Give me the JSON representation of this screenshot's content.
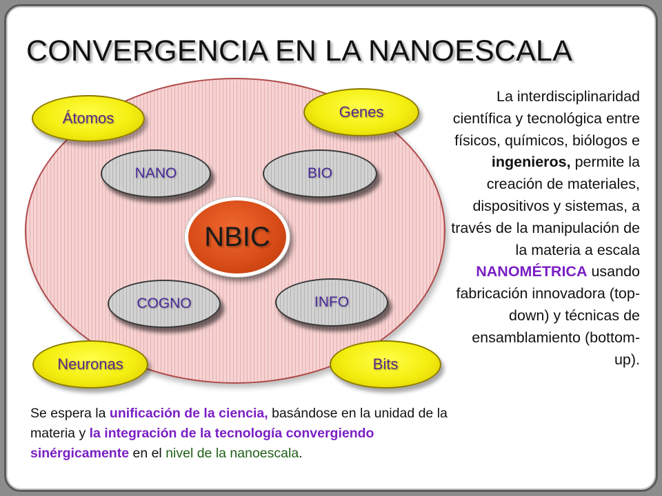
{
  "title": "CONVERGENCIA EN LA NANOESCALA",
  "diagram": {
    "center": "NBIC",
    "outer_labels": {
      "top_left": "Átomos",
      "top_right": "Genes",
      "bottom_left": "Neuronas",
      "bottom_right": "Bits"
    },
    "inner_labels": {
      "top_left": "NANO",
      "top_right": "BIO",
      "bottom_left": "COGNO",
      "bottom_right": "INFO"
    }
  },
  "right_text": {
    "part1": "La interdisciplinaridad científica y tecnológica entre físicos, químicos, biólogos e ",
    "emphasis": "ingenieros,",
    "part2": " permite la creación de materiales, dispositivos y sistemas, a través de la manipulación de la materia a escala ",
    "highlight": "NANOMÉTRICA",
    "part3": " usando fabricación innovadora (top-down) y técnicas de ensamblamiento (bottom-up)."
  },
  "bottom_text": {
    "part1": "Se espera la ",
    "highlight1": "unificación de la ciencia,",
    "part2": " basándose en la unidad de la materia y ",
    "highlight2": "la integración de la tecnología convergiendo sinérgicamente",
    "part3": " en el ",
    "green": "nivel de la nanoescala",
    "part4": "."
  },
  "colors": {
    "highlight": "#7a1fc4",
    "green": "#1d5e16",
    "outer_oval": "#f6d3d3",
    "yellow_oval": "#f4ee10",
    "gray_oval": "#d2d2d2",
    "center_oval": "#d64a16"
  }
}
